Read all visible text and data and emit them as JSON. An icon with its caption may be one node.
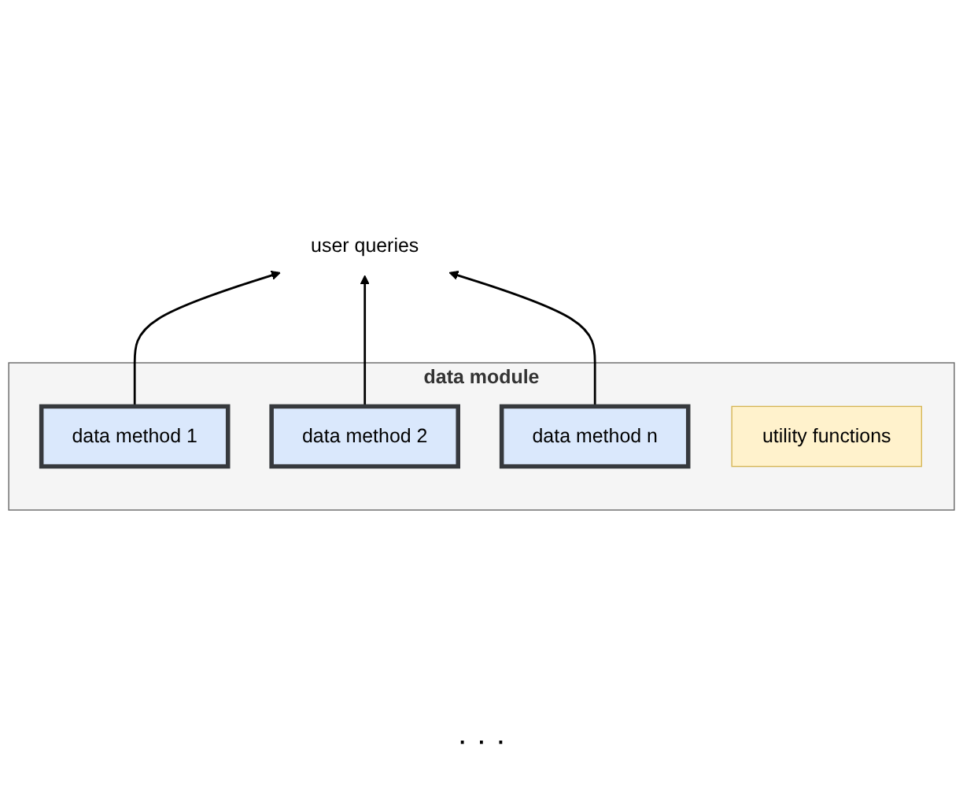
{
  "diagram": {
    "nodes": [
      {
        "text": [
          "user queries"
        ]
      },
      {
        "text": [
          "data module"
        ]
      },
      {
        "text": [
          "data method 1"
        ],
        "in": 1
      },
      {
        "text": [
          "data method 2"
        ],
        "in": 1
      },
      {
        "text": [
          "data method n"
        ],
        "in": 1
      },
      {
        "text": [
          "utility functions"
        ],
        "in": 1
      }
    ],
    "edges": [
      {
        "from": 2,
        "to": 0,
        "arrow": "to"
      },
      {
        "from": 3,
        "to": 0,
        "arrow": "to"
      },
      {
        "from": 4,
        "to": 0,
        "arrow": "to"
      }
    ],
    "labels": [
      "· · ·"
    ]
  }
}
